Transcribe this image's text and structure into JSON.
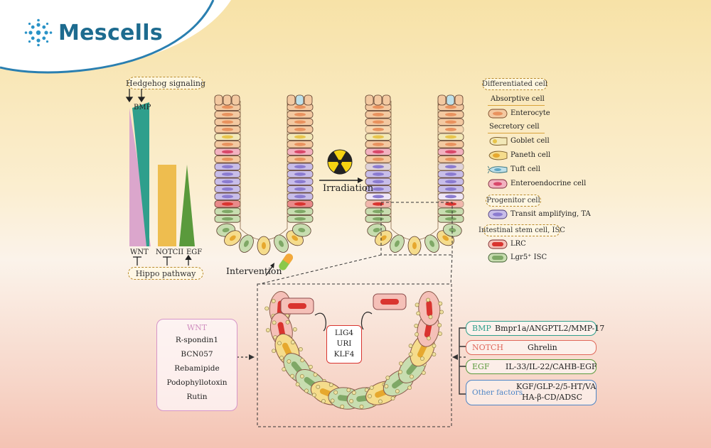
{
  "brand": {
    "name": "Mescells"
  },
  "signaling": {
    "hedgehog": "Hedgehog signaling",
    "bmp": "BMP",
    "wnt": "WNT",
    "notch": "NOTCII",
    "egf": "EGF",
    "hippo": "Hippo pathway"
  },
  "labels": {
    "irradiation": "Irradiation",
    "intervention": "Intervention"
  },
  "legend": {
    "differentiated": "Differentiated cell",
    "absorptive": "Absorptive cell",
    "enterocyte": "Enterocyte",
    "secretory": "Secretory cell",
    "goblet": "Goblet cell",
    "paneth": "Paneth cell",
    "tuft": "Tuft cell",
    "enteroendocrine": "Enteroendocrine cell",
    "progenitor": "Progenitor cell",
    "ta": "Transit amplifying, TA",
    "isc_group": "Intestinal stem cell, ISC",
    "lrc": "LRC",
    "lgr5": "Lgr5⁺ ISC"
  },
  "genes": [
    "LIG4",
    "URI",
    "KLF4"
  ],
  "wnt_box": {
    "title": "WNT",
    "items": [
      "R-spondin1",
      "BCN057",
      "Rebamipide",
      "Podophyllotoxin",
      "Rutin"
    ]
  },
  "factors": {
    "bmp": {
      "key": "BMP",
      "value": "Bmpr1a/ANGPTL2/MMP-17"
    },
    "notch": {
      "key": "NOTCH",
      "value": "Ghrelin"
    },
    "egf": {
      "key": "EGF",
      "value": "IL-33/IL-22/CAHB-EGF"
    },
    "other": {
      "key": "Other factors",
      "value1": "KGF/GLP-2/5-HT/VA",
      "value2": "HA-β-CD/ADSC"
    }
  },
  "colors": {
    "brand": "#1d6b8f",
    "bmp": "#2f9f8c",
    "wnt": "#dba6cc",
    "notch": "#eebd4f",
    "egf": "#5a9a3c",
    "enterocyte": "#f3c9a1",
    "goblet": "#f2e8b8",
    "paneth": "#f5dc8c",
    "tuft": "#bfe0e8",
    "enteroendocrine": "#f2b2c0",
    "ta": "#c8bde8",
    "lrc": "#e98a8a",
    "lgr5": "#c8ddb0",
    "notch_box": "#e0685a",
    "other_box": "#4e86c6"
  }
}
